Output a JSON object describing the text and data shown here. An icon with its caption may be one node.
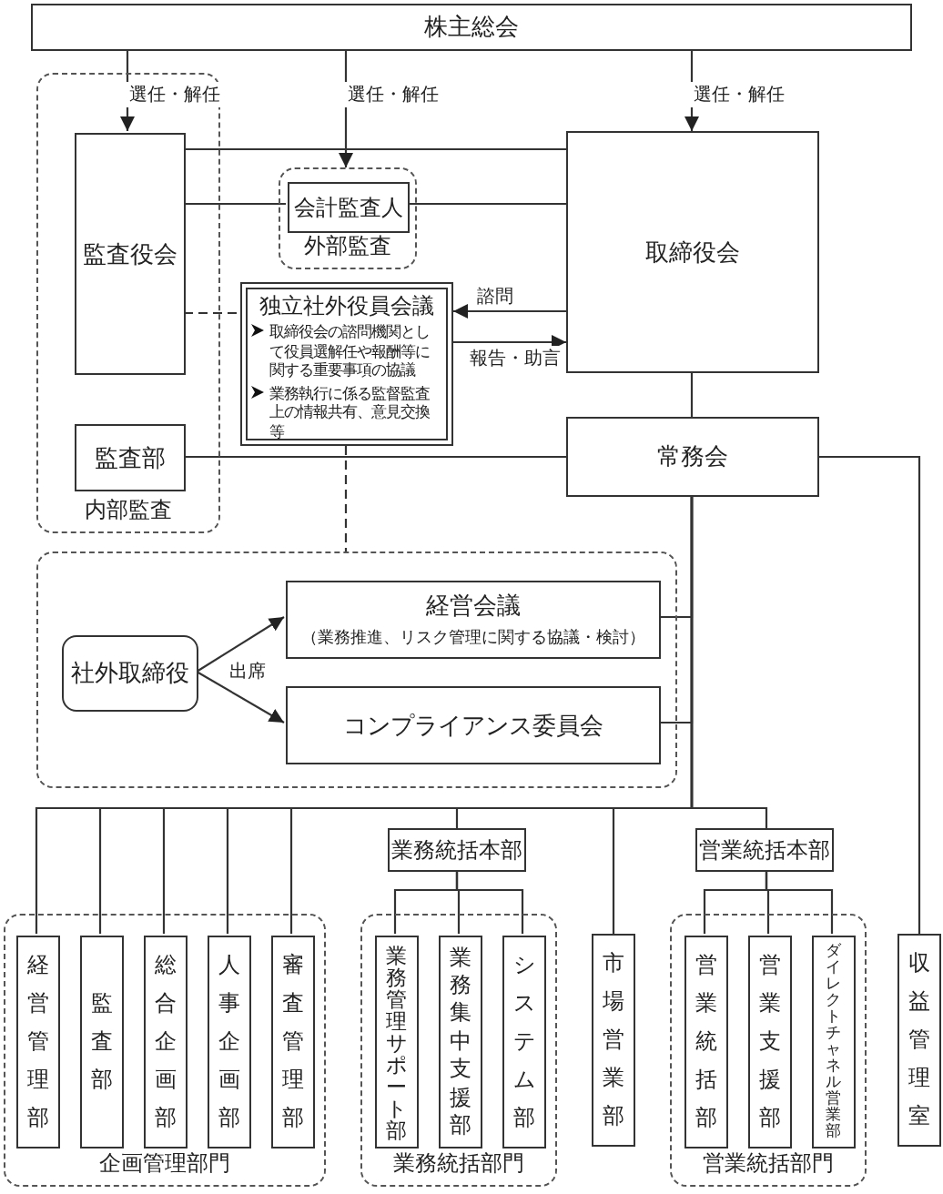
{
  "diagram": {
    "nodes": [
      {
        "text": [
          "株主総会"
        ]
      },
      {
        "text": [
          "内部監査"
        ]
      },
      {
        "text": [
          "監査役会"
        ],
        "in": 1
      },
      {
        "text": [
          "監査部"
        ],
        "in": 1
      },
      {
        "text": [
          "外部監査"
        ]
      },
      {
        "text": [
          "会計監査人"
        ],
        "in": 4
      },
      {
        "text": [
          "取締役会"
        ]
      },
      {
        "text": [
          "独立社外役員会議",
          "取締役会の諮問機関として役員選解任や報酬等に関する重要事項の協議",
          "業務執行に係る監督監査上の情報共有、意見交換等"
        ]
      },
      {
        "text": [
          "常務会"
        ]
      },
      {
        "text": [],
        "shape": "box"
      },
      {
        "text": [
          "社外取締役"
        ],
        "in": 9
      },
      {
        "text": [
          "経営会議",
          "（業務推進、リスク管理に関する協議・検討）"
        ],
        "in": 9
      },
      {
        "text": [
          "コンプライアンス委員会"
        ],
        "in": 9
      },
      {
        "text": [
          "業務統括本部"
        ]
      },
      {
        "text": [
          "営業統括本部"
        ]
      },
      {
        "text": [
          "企画管理部門"
        ]
      },
      {
        "text": [
          "経営管理部"
        ],
        "in": 15
      },
      {
        "text": [
          "監査部"
        ],
        "in": 15
      },
      {
        "text": [
          "総合企画部"
        ],
        "in": 15
      },
      {
        "text": [
          "人事企画部"
        ],
        "in": 15
      },
      {
        "text": [
          "審査管理部"
        ],
        "in": 15
      },
      {
        "text": [
          "業務統括部門"
        ]
      },
      {
        "text": [
          "業務管理サポート部"
        ],
        "in": 21
      },
      {
        "text": [
          "業務集中支援部"
        ],
        "in": 21
      },
      {
        "text": [
          "システム部"
        ],
        "in": 21
      },
      {
        "text": [
          "市場営業部"
        ]
      },
      {
        "text": [
          "営業統括部門"
        ]
      },
      {
        "text": [
          "営業統括部"
        ],
        "in": 26
      },
      {
        "text": [
          "営業支援部"
        ],
        "in": 26
      },
      {
        "text": [
          "ダイレクトチャネル営業部"
        ],
        "in": 26
      },
      {
        "text": [
          "収益管理室"
        ]
      }
    ],
    "edges": [
      {
        "from": 0,
        "to": 2,
        "arrow": "to",
        "label": "選任・解任"
      },
      {
        "from": 0,
        "to": 4,
        "arrow": "to",
        "label": "選任・解任"
      },
      {
        "from": 0,
        "to": 6,
        "arrow": "to",
        "label": "選任・解任"
      },
      {
        "from": 2,
        "to": 6,
        "arrow": "none"
      },
      {
        "from": 2,
        "to": 5,
        "arrow": "none"
      },
      {
        "from": 5,
        "to": 6,
        "arrow": "none"
      },
      {
        "from": 2,
        "to": 7,
        "arrow": "none",
        "style": "dashed"
      },
      {
        "from": 6,
        "to": 7,
        "arrow": "to",
        "label": "諮問"
      },
      {
        "from": 7,
        "to": 6,
        "arrow": "to",
        "label": "報告・助言"
      },
      {
        "from": 6,
        "to": 8,
        "arrow": "none"
      },
      {
        "from": 3,
        "to": 8,
        "arrow": "none"
      },
      {
        "from": 7,
        "to": 9,
        "arrow": "none",
        "style": "dashed"
      },
      {
        "from": 10,
        "to": 11,
        "arrow": "to",
        "label": "出席"
      },
      {
        "from": 10,
        "to": 12,
        "arrow": "to"
      },
      {
        "from": 8,
        "to": 11,
        "arrow": "none"
      },
      {
        "from": 8,
        "to": 12,
        "arrow": "none"
      },
      {
        "from": 8,
        "to": 16,
        "arrow": "none"
      },
      {
        "from": 8,
        "to": 17,
        "arrow": "none"
      },
      {
        "from": 8,
        "to": 18,
        "arrow": "none"
      },
      {
        "from": 8,
        "to": 19,
        "arrow": "none"
      },
      {
        "from": 8,
        "to": 20,
        "arrow": "none"
      },
      {
        "from": 8,
        "to": 13,
        "arrow": "none"
      },
      {
        "from": 8,
        "to": 25,
        "arrow": "none"
      },
      {
        "from": 8,
        "to": 14,
        "arrow": "none"
      },
      {
        "from": 8,
        "to": 30,
        "arrow": "none"
      },
      {
        "from": 13,
        "to": 22,
        "arrow": "none"
      },
      {
        "from": 13,
        "to": 23,
        "arrow": "none"
      },
      {
        "from": 13,
        "to": 24,
        "arrow": "none"
      },
      {
        "from": 14,
        "to": 27,
        "arrow": "none"
      },
      {
        "from": 14,
        "to": 28,
        "arrow": "none"
      },
      {
        "from": 14,
        "to": 29,
        "arrow": "none"
      }
    ]
  }
}
